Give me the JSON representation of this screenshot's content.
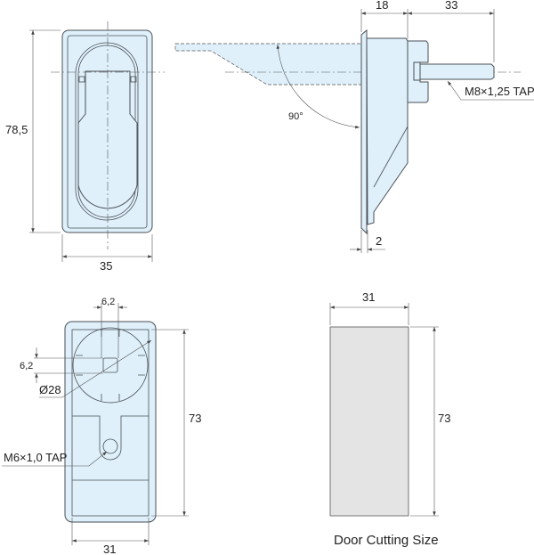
{
  "front_view": {
    "height_dim": "78,5",
    "width_dim": "35"
  },
  "side_view": {
    "depth_dim": "18",
    "stud_dim": "33",
    "thread_label": "M8×1,25 TAP",
    "angle_label": "90°",
    "flange_dim": "2"
  },
  "rear_view": {
    "square_width_dim": "6,2",
    "square_height_dim": "6,2",
    "diameter_label": "Ø28",
    "tap_label": "M6×1,0 TAP",
    "height_dim": "73",
    "width_dim": "31"
  },
  "door_cutting": {
    "width_dim": "31",
    "height_dim": "73",
    "caption": "Door Cutting Size",
    "fill_color": "#e4e4e4"
  },
  "colors": {
    "part_fill": "#dff0fb",
    "line": "#4a4f55"
  }
}
